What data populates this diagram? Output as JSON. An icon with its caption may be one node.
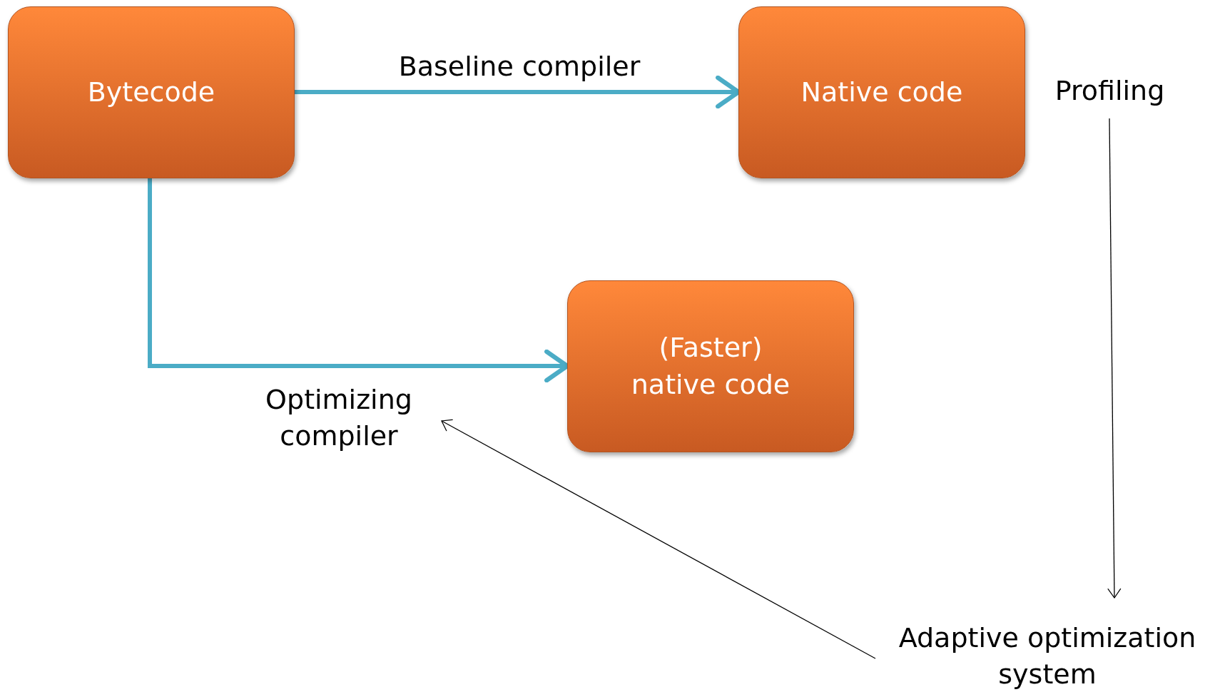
{
  "diagram": {
    "nodes": [
      {
        "text": [
          "Bytecode"
        ]
      },
      {
        "text": [
          "Native code"
        ]
      },
      {
        "text": [
          "(Faster) native code"
        ]
      },
      {
        "text": [
          "Profiling"
        ]
      },
      {
        "text": [
          "Adaptive optimization system"
        ]
      },
      {
        "text": [
          "Optimizing compiler"
        ]
      }
    ],
    "edges": [
      {
        "from": 0,
        "to": 1,
        "arrow": "to",
        "label": "Baseline compiler",
        "style": "thick",
        "color": "#4bacc6"
      },
      {
        "from": 0,
        "to": 2,
        "arrow": "to",
        "style": "thick",
        "color": "#4bacc6"
      },
      {
        "from": 3,
        "to": 4,
        "arrow": "to",
        "color": "#000000"
      },
      {
        "from": 4,
        "to": 5,
        "arrow": "to",
        "color": "#000000"
      }
    ]
  }
}
